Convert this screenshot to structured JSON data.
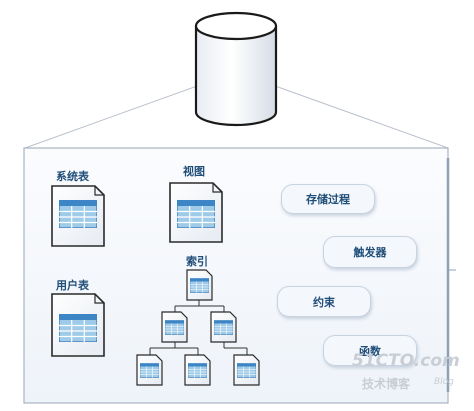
{
  "objects": {
    "system_table": "系统表",
    "view": "视图",
    "user_table": "用户表",
    "index": "索引",
    "stored_procedure": "存储过程",
    "trigger": "触发器",
    "constraint": "约束",
    "function": "函数"
  },
  "watermark": {
    "site": "51CTO.com",
    "subtitle": "技术博客",
    "blog": "Blog"
  }
}
